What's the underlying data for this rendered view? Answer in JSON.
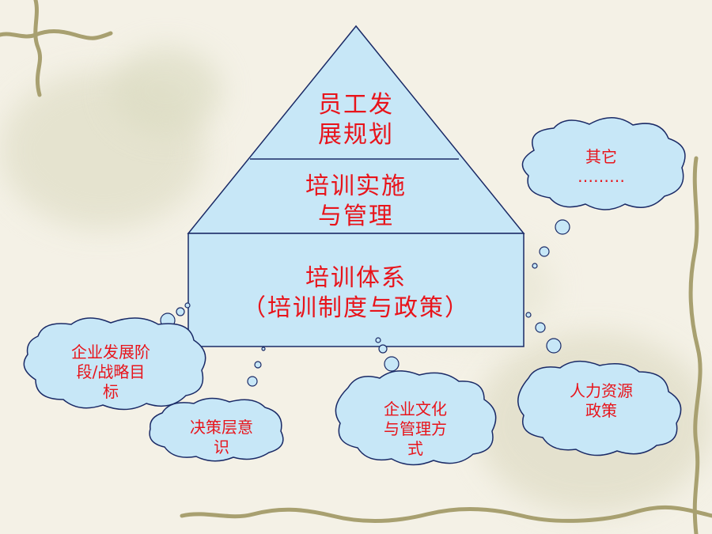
{
  "pyramid": {
    "top": {
      "line1": "员工发",
      "line2": "展规划"
    },
    "middle": {
      "line1": "培训实施",
      "line2": "与管理"
    },
    "base": {
      "line1": "培训体系",
      "line2": "（培训制度与政策）"
    }
  },
  "clouds": {
    "other": {
      "line1": "其它",
      "line2": "………"
    },
    "strategy": {
      "line1": "企业发展阶",
      "line2": "段/战略目",
      "line3": "标"
    },
    "decision": {
      "line1": "决策层意",
      "line2": "识"
    },
    "culture": {
      "line1": "企业文化",
      "line2": "与管理方",
      "line3": "式"
    },
    "hr": {
      "line1": "人力资源",
      "line2": "政策"
    }
  },
  "colors": {
    "fill": "#c7e7f7",
    "stroke": "#1a2a66",
    "text": "#e8141b",
    "vine": "#a8a070"
  }
}
